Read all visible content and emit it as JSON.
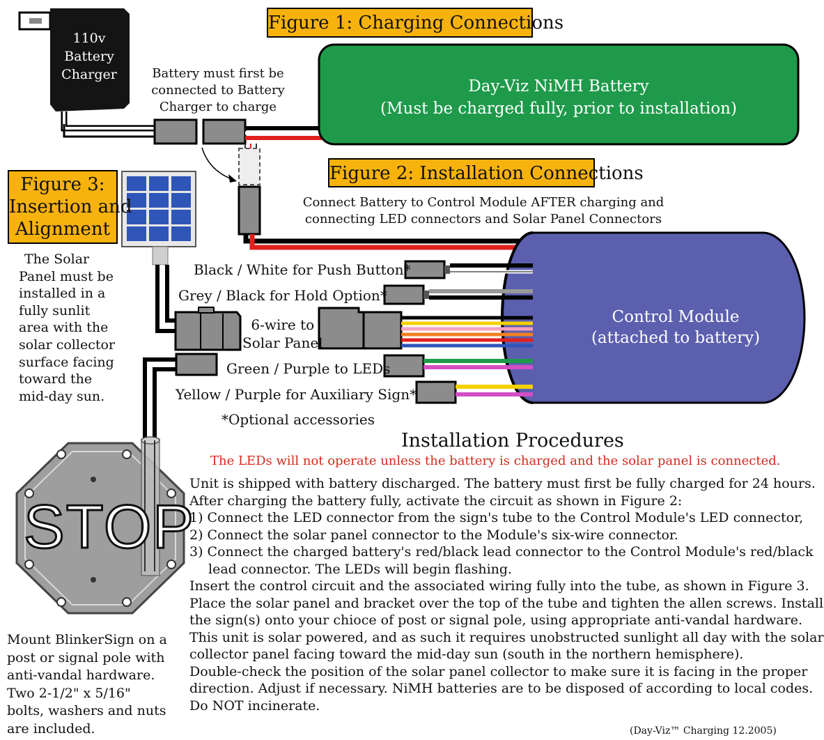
{
  "figures": {
    "fig1": "Figure 1: Charging Connections",
    "fig2": "Figure 2: Installation Connections",
    "fig3_lines": [
      "Figure 3:",
      "Insertion and",
      "Alignment"
    ]
  },
  "charger": {
    "lines": [
      "110v",
      "Battery",
      "Charger"
    ]
  },
  "battery_note": [
    "Battery must first be",
    "connected to Battery",
    "Charger to charge"
  ],
  "battery": {
    "line1": "Day-Viz NiMH Battery",
    "line2": "(Must be charged fully, prior to installation)"
  },
  "connect_note": [
    "Connect Battery to Control Module AFTER charging and",
    "connecting LED connectors and Solar Panel Connectors"
  ],
  "control_module": {
    "line1": "Control Module",
    "line2": "(attached to battery)"
  },
  "wire_labels": {
    "push_button": "Black / White for Push Button*",
    "hold_option": "Grey / Black for Hold Option*",
    "six_wire_1": "6-wire to",
    "six_wire_2": "Solar Panel",
    "leds": "Green / Purple to LEDs",
    "aux_sign": "Yellow / Purple for Auxiliary Sign*",
    "optional": "*Optional accessories"
  },
  "solar_note": [
    "The Solar",
    "Panel must be",
    "installed in a",
    "fully sunlit",
    "area with the",
    "solar collector",
    "surface facing",
    "toward the",
    "mid-day sun."
  ],
  "stop_sign": "STOP",
  "mount_note": [
    "Mount BlinkerSign on a",
    "post or signal pole with",
    "anti-vandal hardware.",
    "Two 2-1/2\" x 5/16\"",
    "bolts, washers and nuts",
    "are included."
  ],
  "procedures": {
    "title": "Installation Procedures",
    "warning": "The LEDs will not operate unless the battery is charged and the solar panel is connected.",
    "lines": [
      "Unit is shipped with battery discharged. The battery must first be fully charged for 24 hours.",
      "After charging the battery fully, activate the circuit as shown in Figure 2:",
      "1) Connect the LED connector from the sign's tube to the Control Module's LED connector,",
      "2) Connect the solar panel connector to the Module's six-wire connector.",
      "3) Connect the charged battery's red/black lead connector to the Control Module's red/black",
      "lead connector. The LEDs will begin flashing.",
      "Insert the control circuit and the associated wiring fully into the tube, as shown in Figure 3.",
      "Place the solar panel and bracket over the top of the tube and tighten the allen screws. Install",
      "the sign(s) onto your chioce of post or signal pole, using appropriate anti-vandal hardware.",
      "This unit is solar powered, and as such it requires unobstructed sunlight all day with the solar",
      "collector panel facing toward the mid-day sun (south in the northern hemisphere).",
      "Double-check the position of the solar panel collector to make sure it is facing in the proper",
      "direction. Adjust if necessary. NiMH batteries are to be disposed of according to local codes.",
      "Do NOT incinerate."
    ],
    "footer": "(Day-Viz™ Charging 12.2005)"
  },
  "colors": {
    "figure_label_bg": "#f7b20e",
    "battery_green": "#1e9a4a",
    "module_blue": "#5b5fae",
    "solar_blue": "#2f55b8",
    "warning_red": "#d42a1e",
    "wire_red": "#e0201c"
  }
}
